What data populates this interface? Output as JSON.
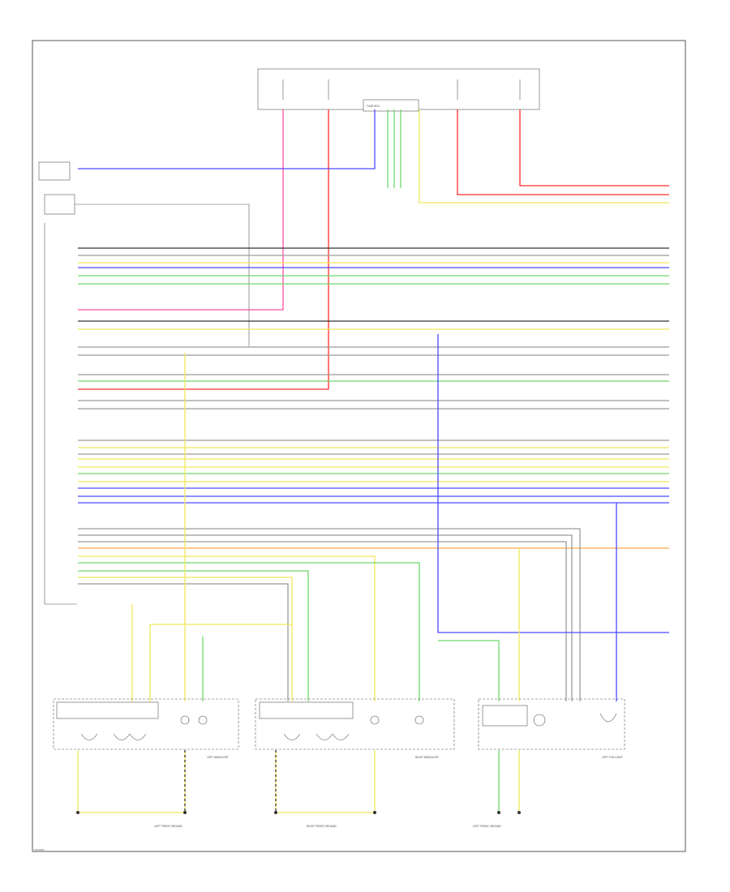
{
  "colors": {
    "black": "#333333",
    "gray": "#9a9a9a",
    "red": "#ff2d2d",
    "pink": "#ff4fa8",
    "blue": "#4a4aff",
    "yellow": "#f2e85a",
    "green": "#6dd86d",
    "orange": "#ffa64d",
    "white": "#dddddd"
  },
  "fuse_box": {
    "label": "FUSE BOX"
  },
  "footer": {
    "code": "FW-0030"
  },
  "bottom_labels": [
    "LEFT FRONT GROUND",
    "RIGHT FRONT GROUND",
    "LEFT FRONT GROUND"
  ],
  "components": [
    "LEFT HEADLIGHT",
    "RIGHT HEADLIGHT",
    "LEFT FOG LIGHT"
  ]
}
